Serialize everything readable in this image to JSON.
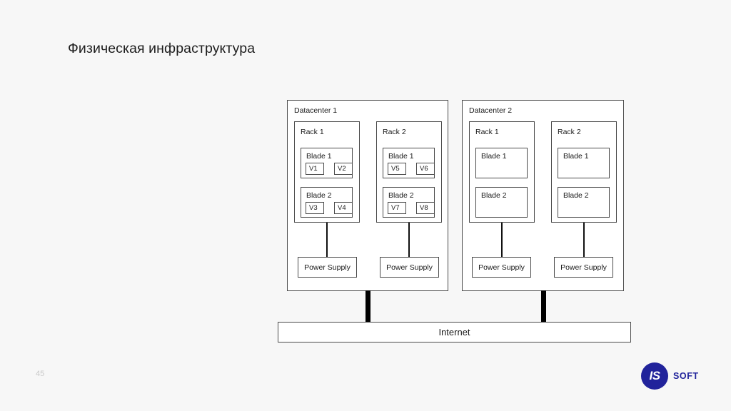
{
  "slide": {
    "title": "Физическая инфраструктура",
    "page_number": "45"
  },
  "brand": {
    "mark": "IS",
    "name": "SOFT",
    "color": "#21239b"
  },
  "diagram": {
    "network_label": "Internet",
    "datacenters": [
      {
        "label": "Datacenter 1",
        "racks": [
          {
            "label": "Rack 1",
            "power_supply": "Power Supply",
            "blades": [
              {
                "label": "Blade 1",
                "vms": [
                  "V1",
                  "V2"
                ]
              },
              {
                "label": "Blade 2",
                "vms": [
                  "V3",
                  "V4"
                ]
              }
            ]
          },
          {
            "label": "Rack 2",
            "power_supply": "Power Supply",
            "blades": [
              {
                "label": "Blade 1",
                "vms": [
                  "V5",
                  "V6"
                ]
              },
              {
                "label": "Blade 2",
                "vms": [
                  "V7",
                  "V8"
                ]
              }
            ]
          }
        ]
      },
      {
        "label": "Datacenter 2",
        "racks": [
          {
            "label": "Rack 1",
            "power_supply": "Power Supply",
            "blades": [
              {
                "label": "Blade 1",
                "vms": []
              },
              {
                "label": "Blade 2",
                "vms": []
              }
            ]
          },
          {
            "label": "Rack 2",
            "power_supply": "Power Supply",
            "blades": [
              {
                "label": "Blade 1",
                "vms": []
              },
              {
                "label": "Blade 2",
                "vms": []
              }
            ]
          }
        ]
      }
    ]
  }
}
